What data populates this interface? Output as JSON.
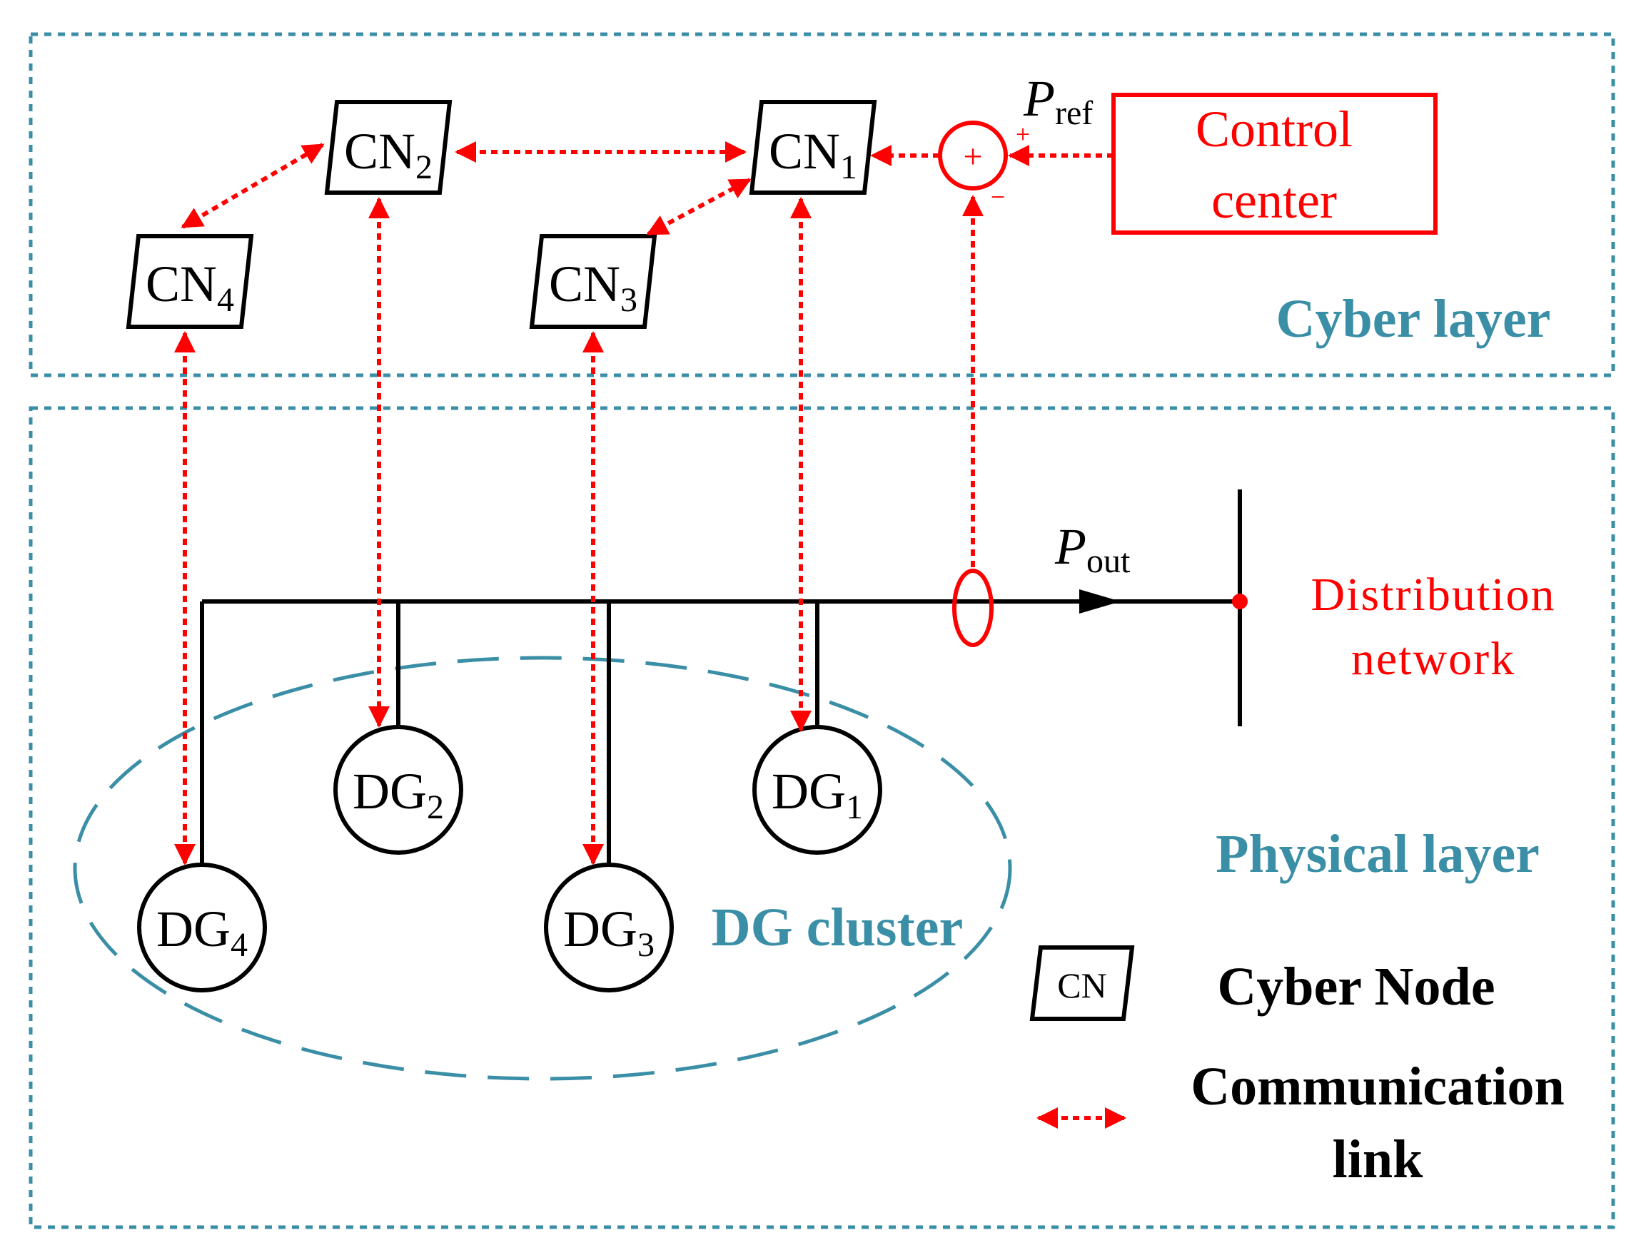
{
  "cyber_layer": {
    "label": "Cyber layer",
    "nodes": [
      {
        "id": "CN1",
        "base": "CN",
        "sub": "1"
      },
      {
        "id": "CN2",
        "base": "CN",
        "sub": "2"
      },
      {
        "id": "CN3",
        "base": "CN",
        "sub": "3"
      },
      {
        "id": "CN4",
        "base": "CN",
        "sub": "4"
      }
    ],
    "control_center": {
      "line1": "Control",
      "line2": "center"
    },
    "summing_junction": {
      "symbol": "+",
      "plus_sign": "+",
      "minus_sign": "−"
    },
    "p_ref": {
      "base": "P",
      "sub": "ref"
    }
  },
  "physical_layer": {
    "label": "Physical layer",
    "generators": [
      {
        "id": "DG1",
        "base": "DG",
        "sub": "1"
      },
      {
        "id": "DG2",
        "base": "DG",
        "sub": "2"
      },
      {
        "id": "DG3",
        "base": "DG",
        "sub": "3"
      },
      {
        "id": "DG4",
        "base": "DG",
        "sub": "4"
      }
    ],
    "cluster_label": "DG cluster",
    "p_out": {
      "base": "P",
      "sub": "out"
    },
    "distribution_network": {
      "line1": "Distribution",
      "line2": "network"
    }
  },
  "legend": {
    "cyber_node_symbol": "CN",
    "cyber_node_label": "Cyber Node",
    "comm_link_line1": "Communication",
    "comm_link_line2": "link"
  },
  "colors": {
    "link": "#ff0000",
    "layer_border": "#3a8ea6",
    "cluster": "#3a8ea6",
    "wire": "#000000"
  }
}
